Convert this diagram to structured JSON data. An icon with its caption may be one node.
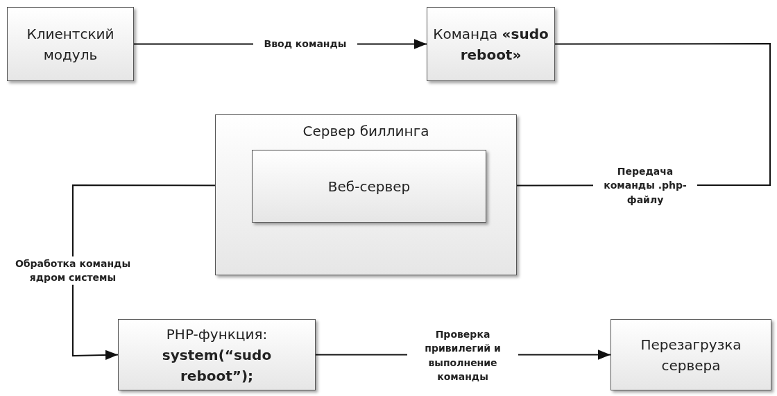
{
  "diagram": {
    "nodes": [
      {
        "text": [
          "Клиентский модуль"
        ]
      },
      {
        "text": [
          "Команда **«sudo reboot»**"
        ]
      },
      {
        "text": [
          "Сервер биллинга"
        ]
      },
      {
        "text": [
          "Веб-сервер"
        ],
        "in": 2
      },
      {
        "text": [
          "PHP-функция: **system(“sudo reboot”);**"
        ]
      },
      {
        "text": [
          "Перезагрузка сервера"
        ]
      }
    ],
    "edges": [
      {
        "from": 0,
        "to": 1,
        "arrow": "to",
        "label": "Ввод команды"
      },
      {
        "from": 1,
        "to": 3,
        "arrow": "to",
        "label": "Передача команды **.php**-файлу"
      },
      {
        "from": 3,
        "to": 4,
        "arrow": "to",
        "label": "Обработка команды ядром системы"
      },
      {
        "from": 4,
        "to": 5,
        "arrow": "to",
        "label": "Проверка привилегий и выполнение команды"
      }
    ]
  }
}
